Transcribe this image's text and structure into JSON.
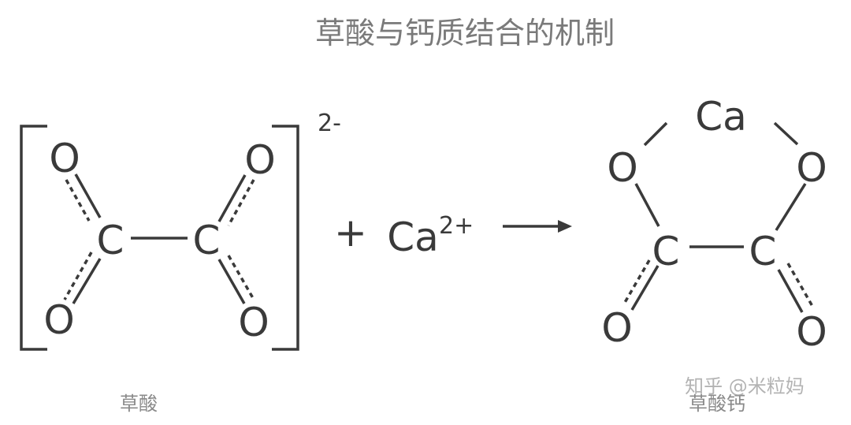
{
  "title": "草酸与钙质结合的机制",
  "oxalate": {
    "atoms": {
      "o_top_left": "O",
      "o_top_right": "O",
      "c_left": "C",
      "c_right": "C",
      "o_bottom_left": "O",
      "o_bottom_right": "O"
    },
    "charge": "2-",
    "label": "草酸"
  },
  "reaction": {
    "plus": "+",
    "calcium_ion": "Ca",
    "calcium_charge": "2+",
    "arrow": "right-arrow"
  },
  "calcium_oxalate": {
    "atoms": {
      "ca": "Ca",
      "o_top_left": "O",
      "o_top_right": "O",
      "c_left": "C",
      "c_right": "C",
      "o_bottom_left": "O",
      "o_bottom_right": "O"
    },
    "label": "草酸钙"
  },
  "watermark": "知乎 @米粒妈",
  "colors": {
    "ink": "#3a3a3a",
    "title": "#7a7a7a",
    "label": "#8a8a8a"
  }
}
